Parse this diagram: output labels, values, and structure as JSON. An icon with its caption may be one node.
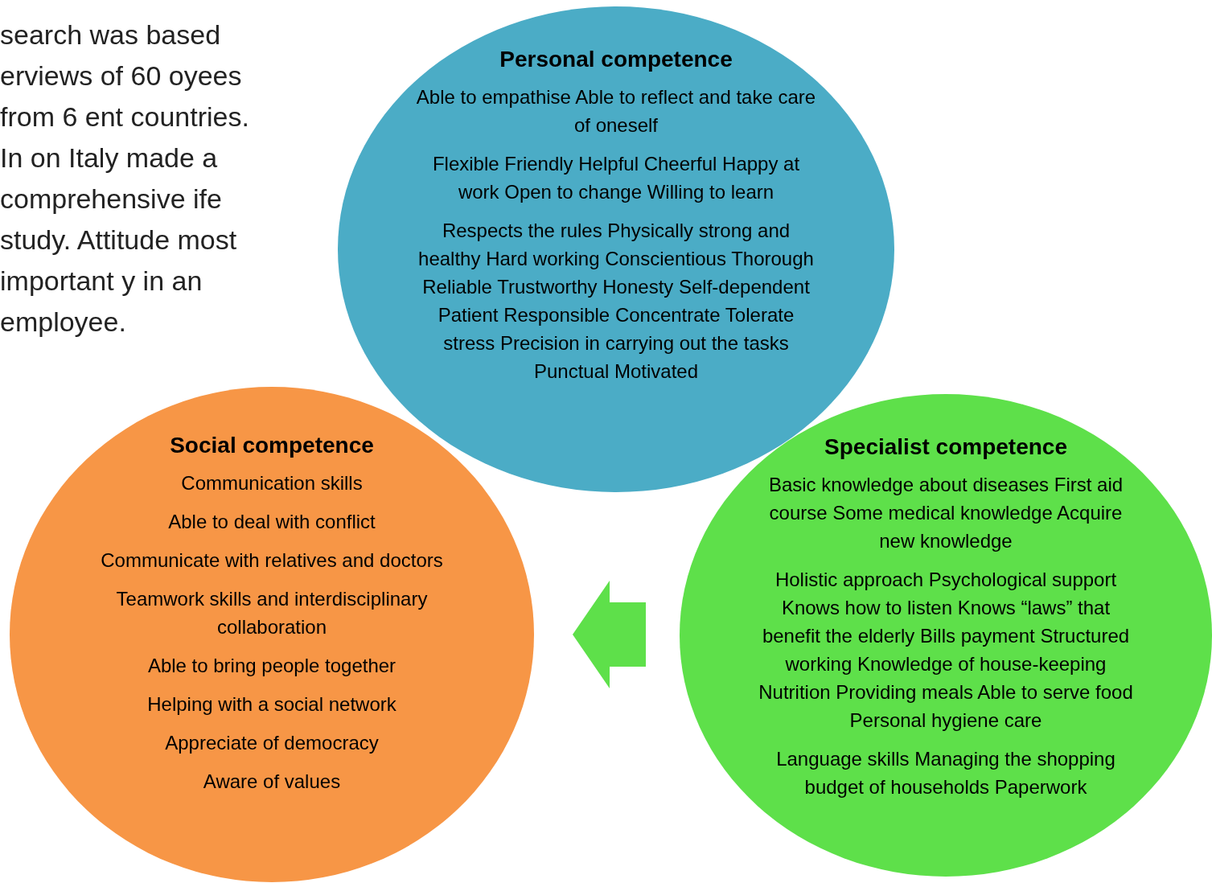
{
  "diagram": {
    "nodes": [
      {
        "text": [
          "Personal competence",
          "Able to empathise Able to reflect and take care of oneself",
          "Flexible Friendly Helpful Cheerful Happy at work Open to change Willing to learn",
          "Respects the rules Physically strong and healthy Hard working Conscientious Thorough Reliable Trustworthy Honesty Self-dependent Patient Responsible Concentrate Tolerate stress Precision in carrying out the tasks Punctual Motivated"
        ]
      },
      {
        "text": [
          "Social competence",
          "Communication skills",
          "Able to deal with conflict",
          "Communicate with relatives and doctors",
          "Teamwork skills and interdisciplinary collaboration",
          "Able to bring people together",
          "Helping with a social network",
          "Appreciate of democracy",
          "Aware of values"
        ]
      },
      {
        "text": [
          "Specialist competence",
          "Basic knowledge about diseases First aid course Some medical knowledge Acquire new knowledge",
          "Holistic approach Psychological support Knows how to listen Knows “laws” that benefit the elderly Bills payment Structured working Knowledge of house-keeping Nutrition Providing meals Able to serve food Personal hygiene care",
          "Language skills Managing the shopping budget of households Paperwork"
        ]
      }
    ],
    "edges": [
      {
        "from": 2,
        "to": 1,
        "arrow": "to"
      }
    ],
    "labels": [
      "search was based erviews of 60 oyees from 6 ent countries. In on Italy made a comprehensive ife study. Attitude most important y in an employee."
    ]
  }
}
